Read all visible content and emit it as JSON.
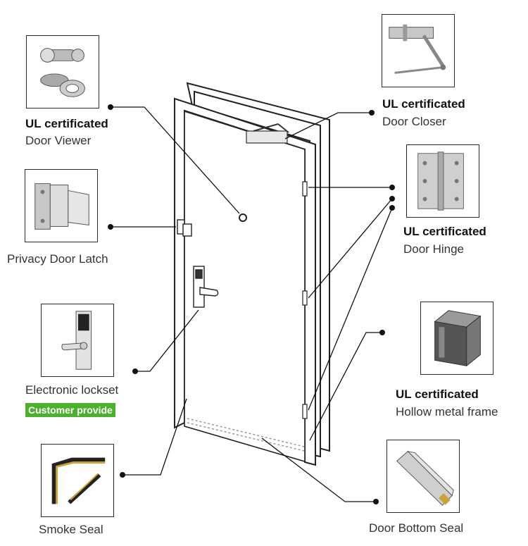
{
  "cert_label": "UL certificated",
  "components": {
    "door_viewer": {
      "name": "Door Viewer",
      "icon": "door-viewer-icon"
    },
    "privacy_latch": {
      "name": "Privacy Door Latch",
      "icon": "privacy-latch-icon"
    },
    "electronic_lockset": {
      "name": "Electronic lockset",
      "badge": "Customer provide",
      "icon": "electronic-lockset-icon"
    },
    "smoke_seal": {
      "name": "Smoke Seal",
      "icon": "smoke-seal-icon"
    },
    "door_closer": {
      "name": "Door Closer",
      "icon": "door-closer-icon"
    },
    "door_hinge": {
      "name": "Door Hinge",
      "icon": "door-hinge-icon"
    },
    "hollow_frame": {
      "name": "Hollow metal frame",
      "icon": "hollow-frame-icon"
    },
    "bottom_seal": {
      "name": "Door Bottom Seal",
      "icon": "bottom-seal-icon"
    }
  },
  "colors": {
    "badge": "#4caf2f",
    "line": "#111111",
    "frame": "#222222"
  }
}
